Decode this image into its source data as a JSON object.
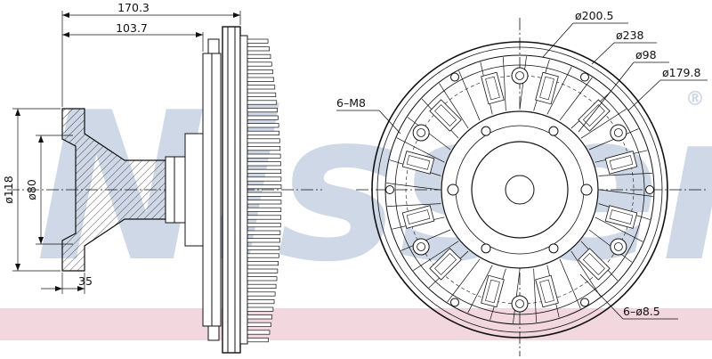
{
  "watermark": {
    "brand": "Nissens",
    "registered": "®"
  },
  "colors": {
    "watermark": "#cfd8e6",
    "band": "#f2d7df",
    "line": "#111111"
  },
  "dimensions": {
    "overall_length": "170.3",
    "hub_length": "103.7",
    "flange_thickness": "35",
    "flange_diameter": "ø118",
    "pilot_diameter": "ø80",
    "fan_diameter": "ø200.5",
    "outer_diameter": "ø238",
    "hub_diameter": "ø98",
    "bolt_circle_diameter": "ø179.8",
    "threaded_holes": "6–M8",
    "through_holes": "6–ø8.5"
  }
}
